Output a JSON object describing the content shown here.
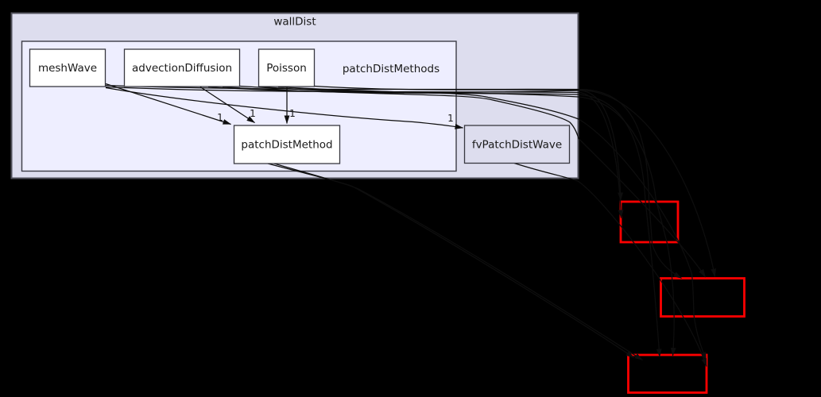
{
  "graph": {
    "outer_cluster": {
      "label": "wallDist"
    },
    "inner_cluster": {
      "label": "patchDistMethods"
    },
    "nodes": [
      {
        "id": "meshWave",
        "label": "meshWave"
      },
      {
        "id": "advectionDiffusion",
        "label": "advectionDiffusion"
      },
      {
        "id": "Poisson",
        "label": "Poisson"
      },
      {
        "id": "patchDistMethod",
        "label": "patchDistMethod"
      },
      {
        "id": "fvPatchDistWave",
        "label": "fvPatchDistWave"
      }
    ],
    "edge_labels": [
      "1",
      "1",
      "1",
      "1"
    ],
    "external_nodes": [
      {
        "label": ""
      },
      {
        "label": ""
      },
      {
        "label": ""
      }
    ],
    "colors": {
      "background": "#000000",
      "outer_cluster_fill": "#ddddee",
      "inner_cluster_fill": "#eeeeff",
      "node_fill": "#ffffff",
      "external_dir_fill": "#ddddee",
      "external_box_border": "#fe0000",
      "edge": "#0e0e0e"
    }
  }
}
